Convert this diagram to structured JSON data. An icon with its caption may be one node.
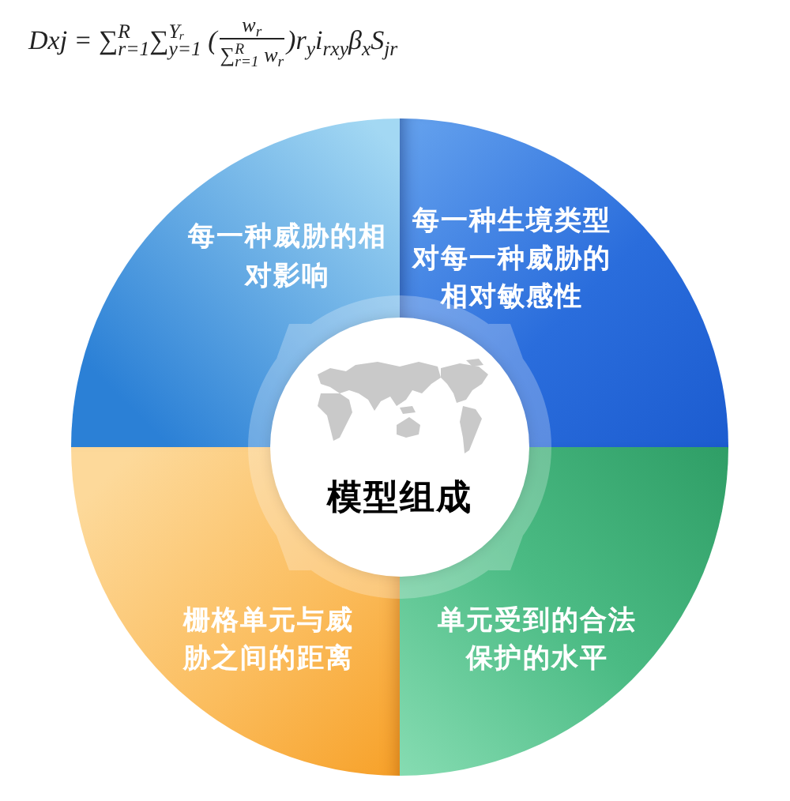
{
  "diagram": {
    "nodes": [
      {
        "text": [
          "每一种威胁的相对影响"
        ]
      },
      {
        "text": [
          "每一种生境类型对每一种威胁的相对敏感性"
        ]
      },
      {
        "text": [
          "模型组成"
        ]
      },
      {
        "text": [
          "栅格单元与威胁之间的距离"
        ]
      },
      {
        "text": [
          "单元受到的合法保护的水平"
        ]
      }
    ],
    "labels": [
      "Dxj = ∑$^{R}$$_{r=1}$∑$^{Yᵣ}$$_{y=1}$ (",
      "w$_{r}$",
      "∑$^{R}$$_{r=1}$ w$_{r}$",
      ")r$_{y}$i$_{rxy}$β$_{x}$S$_{jr}$"
    ]
  }
}
